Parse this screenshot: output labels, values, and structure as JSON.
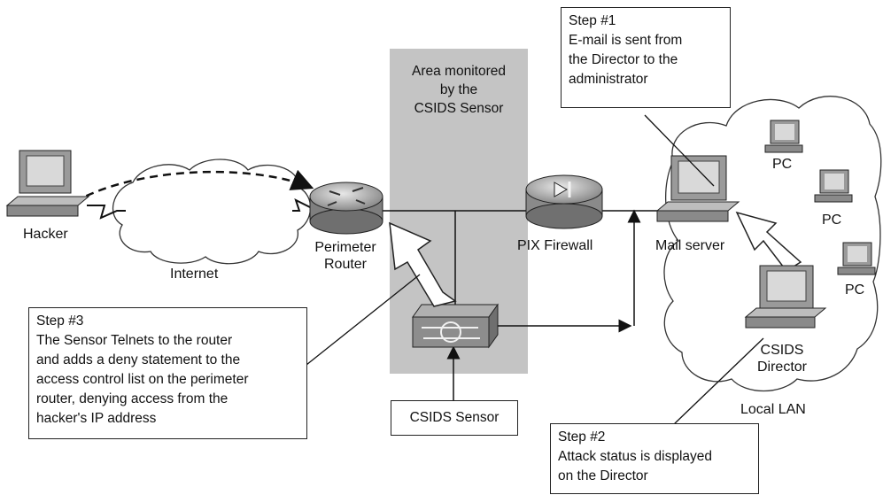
{
  "monitored_area": {
    "lines": [
      "Area monitored",
      "by the",
      "CSIDS Sensor"
    ]
  },
  "nodes": {
    "hacker": "Hacker",
    "internet": "Internet",
    "perimeter_router": [
      "Perimeter",
      "Router"
    ],
    "pix_firewall": "PIX Firewall",
    "mail_server": "Mail server",
    "pc_1": "PC",
    "pc_2": "PC",
    "pc_3": "PC",
    "csids_director": [
      "CSIDS",
      "Director"
    ],
    "local_lan": "Local LAN",
    "csids_sensor": "CSIDS Sensor"
  },
  "callouts": {
    "step1": [
      "Step #1",
      "E-mail is sent from",
      "the Director to the",
      "administrator"
    ],
    "step2": [
      "Step #2",
      "Attack status is displayed",
      "on the Director"
    ],
    "step3": [
      "Step #3",
      "The Sensor Telnets to the router",
      "and adds a deny statement to the",
      "access control list on the perimeter",
      "router, denying access from the",
      "hacker's IP address"
    ]
  },
  "colors": {
    "monitored_area": "#c4c4c4",
    "device_gray": "#9a9a9a",
    "screen": "#d9d9d9",
    "line": "#111111"
  },
  "icons": {
    "hacker": "workstation-icon",
    "router": "router-icon",
    "firewall": "firewall-icon",
    "sensor": "ids-sensor-icon",
    "mail_server": "workstation-icon",
    "pc": "pc-icon",
    "director": "workstation-icon"
  }
}
